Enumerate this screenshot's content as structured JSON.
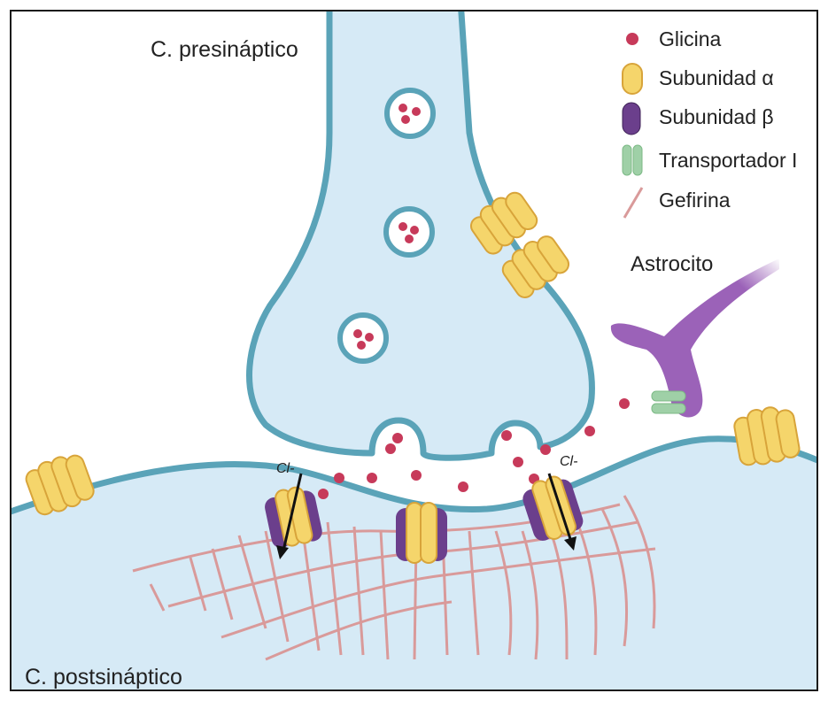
{
  "labels": {
    "presynaptic": "C. presináptico",
    "postsynaptic": "C. postsináptico",
    "astrocyte": "Astrocito",
    "chloride_left": "Cl-",
    "chloride_right": "Cl-"
  },
  "legend": {
    "items": [
      {
        "key": "glycine",
        "label": "Glicina",
        "icon": "dot-icon",
        "color": "#c73a5a"
      },
      {
        "key": "alpha",
        "label": "Subunidad α",
        "icon": "capsule-icon",
        "color": "#f5d56b"
      },
      {
        "key": "beta",
        "label": "Subunidad β",
        "icon": "capsule-icon",
        "color": "#6b3f8c"
      },
      {
        "key": "transporter",
        "label": "Transportador I",
        "icon": "transporter-icon",
        "color": "#9fd0a7"
      },
      {
        "key": "gephyrin",
        "label": "Gefirina",
        "icon": "line-icon",
        "color": "#d99a9a"
      }
    ]
  },
  "colors": {
    "cell_fill": "#d6eaf6",
    "membrane": "#5aa3b8",
    "frame": "#1b1b1b",
    "glycine": "#c73a5a",
    "alpha": "#f5d56b",
    "alpha_stroke": "#d8a43a",
    "beta": "#6b3f8c",
    "astrocyte": "#9b62b8",
    "transporter": "#9fd0a7",
    "gephyrin": "#d99a9a"
  }
}
